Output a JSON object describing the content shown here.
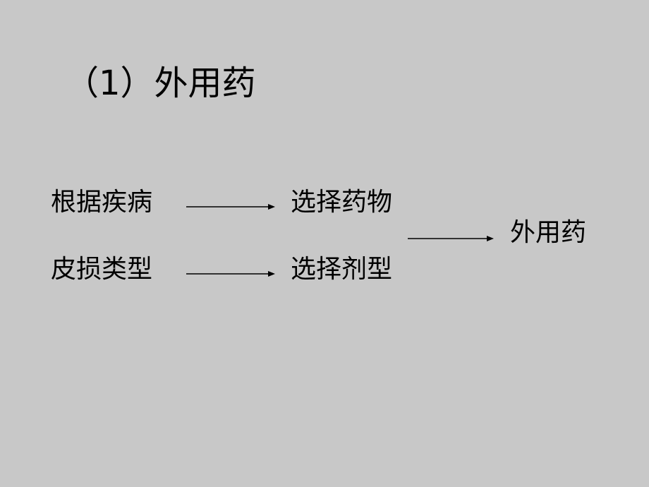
{
  "slide": {
    "title": "（1）外用药",
    "diagram": {
      "row1": {
        "input": "根据疾病",
        "output": "选择药物"
      },
      "row2": {
        "input": "皮损类型",
        "output": "选择剂型"
      },
      "result": "外用药"
    }
  }
}
